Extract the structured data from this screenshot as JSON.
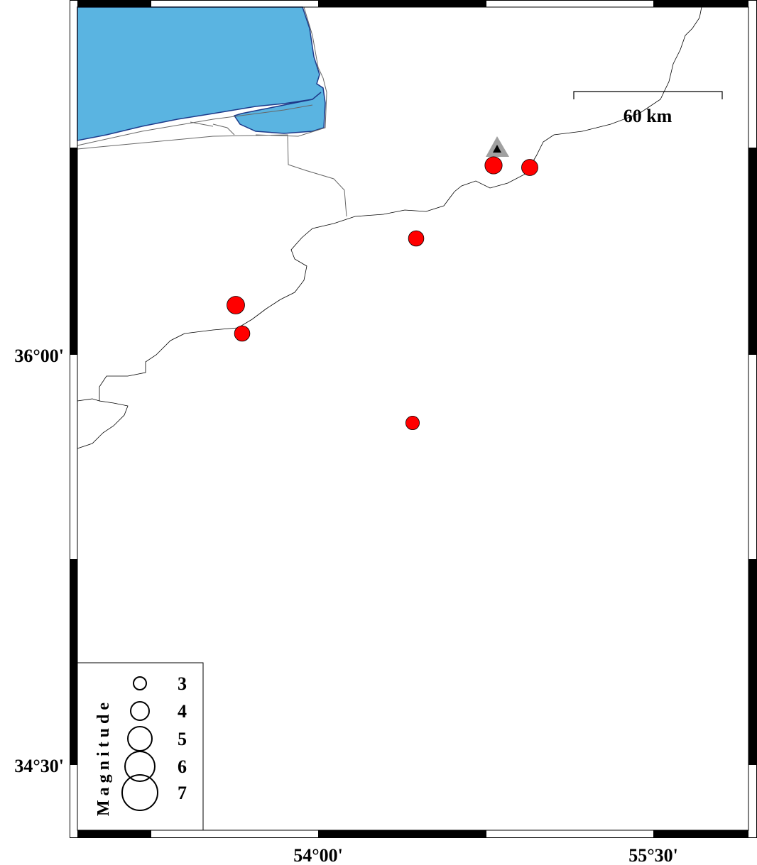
{
  "map": {
    "axes": {
      "lat_labels": [
        "36°00'",
        "34°30'"
      ],
      "lon_labels": [
        "54°00'",
        "55°30'"
      ]
    },
    "scale_bar": {
      "label": "60 km"
    },
    "colors": {
      "water": "#5ab4e1",
      "water_outline": "#1e3a8a",
      "event": "#ff0000",
      "station": "#a0a0a0"
    },
    "station": {
      "icon": "triangle-icon"
    },
    "events": [
      {
        "magnitude": 4.3
      },
      {
        "magnitude": 4.1
      },
      {
        "magnitude": 3.9
      },
      {
        "magnitude": 4.4
      },
      {
        "magnitude": 3.9
      },
      {
        "magnitude": 3.5
      }
    ],
    "legend": {
      "title": "Magnitude",
      "entries": [
        "3",
        "4",
        "5",
        "6",
        "7"
      ]
    }
  }
}
